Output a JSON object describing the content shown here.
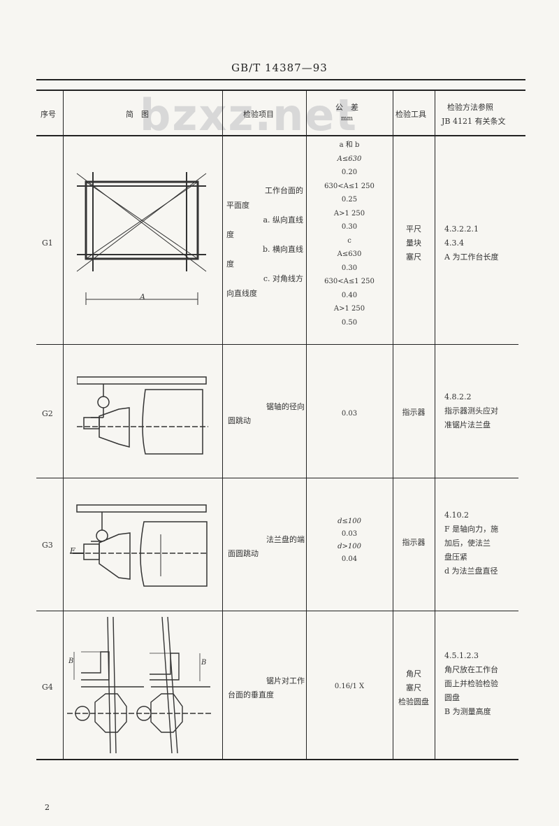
{
  "header": {
    "standard": "GB/T 14387—93",
    "watermark": "bzxz.net"
  },
  "table": {
    "columns": [
      "序号",
      "简　图",
      "检验项目",
      "公　差",
      "mm",
      "检验工具",
      "检验方法参照",
      "JB 4121 有关条文"
    ],
    "rows": [
      {
        "id": "G1",
        "item": [
          "工作台面的",
          "平面度",
          "a. 纵向直线",
          "度",
          "b. 横向直线",
          "度",
          "c. 对角线方",
          "向直线度"
        ],
        "tolerance": [
          "a 和 b",
          "A≤630",
          "0.20",
          "630<A≤1 250",
          "0.25",
          "A>1 250",
          "0.30",
          "c",
          "A≤630",
          "0.30",
          "630<A≤1 250",
          "0.40",
          "A>1 250",
          "0.50"
        ],
        "tool": [
          "平尺",
          "量块",
          "塞尺"
        ],
        "method": [
          "4.3.2.2.1",
          "4.3.4",
          "A 为工作台长度"
        ],
        "fig_label": "A"
      },
      {
        "id": "G2",
        "item": [
          "锯轴的径向",
          "圆跳动"
        ],
        "tolerance": [
          "0.03"
        ],
        "tool": [
          "指示器"
        ],
        "method": [
          "4.8.2.2",
          "指示器测头应对",
          "准锯片法兰盘"
        ]
      },
      {
        "id": "G3",
        "item": [
          "法兰盘的端",
          "面圆跳动"
        ],
        "tolerance": [
          "d≤100",
          "0.03",
          "d>100",
          "0.04"
        ],
        "tool": [
          "指示器"
        ],
        "method": [
          "4.10.2",
          "F 是轴向力，施",
          "加后，使法兰",
          "盘压紧",
          "d 为法兰盘直径"
        ],
        "fig_label": "F"
      },
      {
        "id": "G4",
        "item": [
          "锯片对工作",
          "台面的垂直度"
        ],
        "tolerance": [
          "0.16/1 X"
        ],
        "tool": [
          "角尺",
          "塞尺",
          "检验圆盘"
        ],
        "method": [
          "4.5.1.2.3",
          "角尺放在工作台",
          "面上并检验检验",
          "圆盘",
          "B 为测量高度"
        ],
        "fig_label": "B"
      }
    ]
  },
  "page_number": "2"
}
